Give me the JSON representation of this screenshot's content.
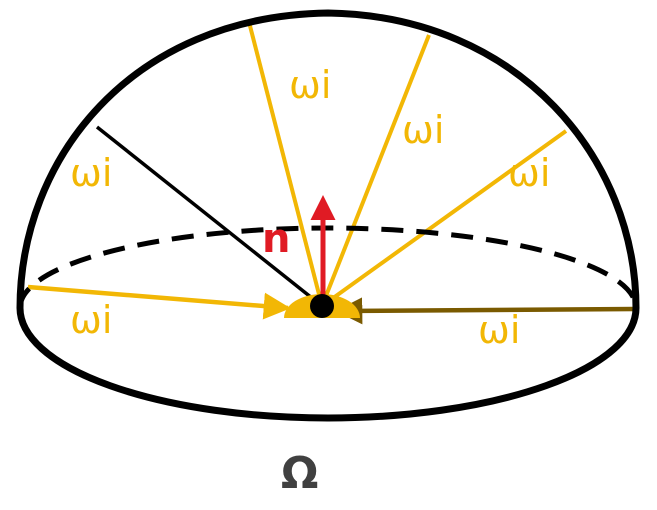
{
  "labels": {
    "incident_direction": "ωi",
    "normal": "n",
    "solid_angle": "Ω"
  },
  "colors": {
    "outline": "#000000",
    "incident_ray": "#f2b705",
    "incident_ray_dark": "#7a5a00",
    "normal_arrow": "#e01b24",
    "point_cap": "#f2b705",
    "omega_text": "#404040"
  }
}
